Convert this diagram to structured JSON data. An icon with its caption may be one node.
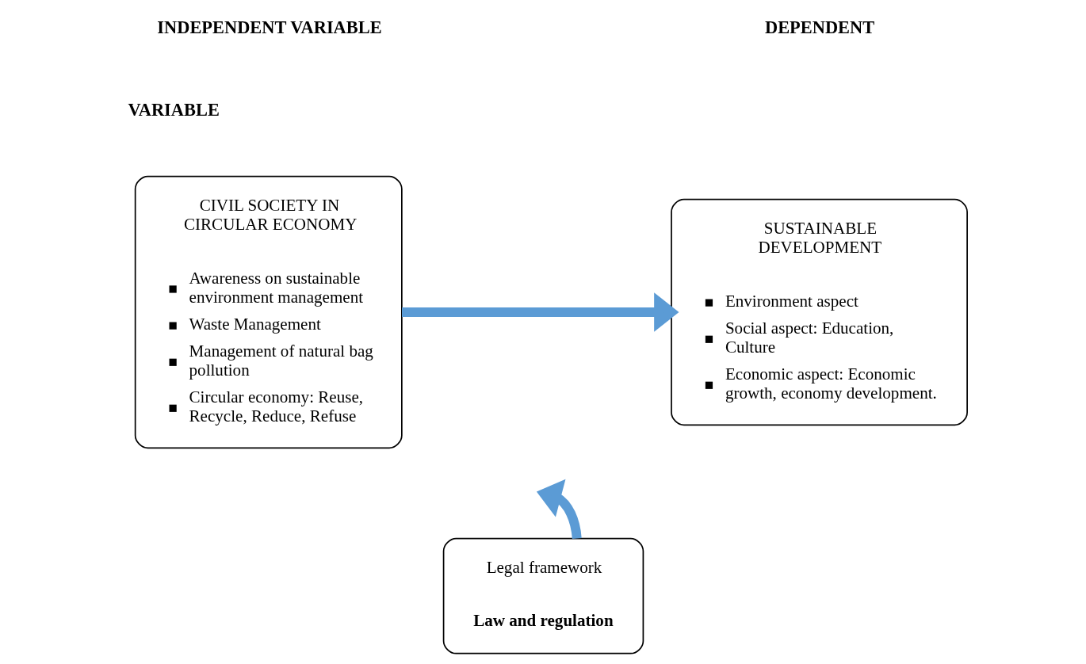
{
  "diagram": {
    "nodes": [
      {
        "text": [
          "CIVIL SOCIETY IN CIRCULAR ECONOMY",
          "Awareness on sustainable environment management",
          "Waste Management",
          "Management of natural bag pollution",
          "Circular economy: Reuse, Recycle, Reduce, Refuse"
        ]
      },
      {
        "text": [
          "SUSTAINABLE DEVELOPMENT",
          "Environment aspect",
          "Social aspect: Education, Culture",
          "Economic aspect: Economic growth, economy development."
        ]
      },
      {
        "text": [
          "Legal framework",
          "Law and regulation"
        ]
      }
    ],
    "edges": [
      {
        "from": 0,
        "to": 1,
        "arrow": "to"
      },
      {
        "from": 2,
        "to": null,
        "arrow": "to"
      }
    ],
    "labels": [
      "INDEPENDENT VARIABLE",
      "DEPENDENT",
      "VARIABLE"
    ]
  }
}
